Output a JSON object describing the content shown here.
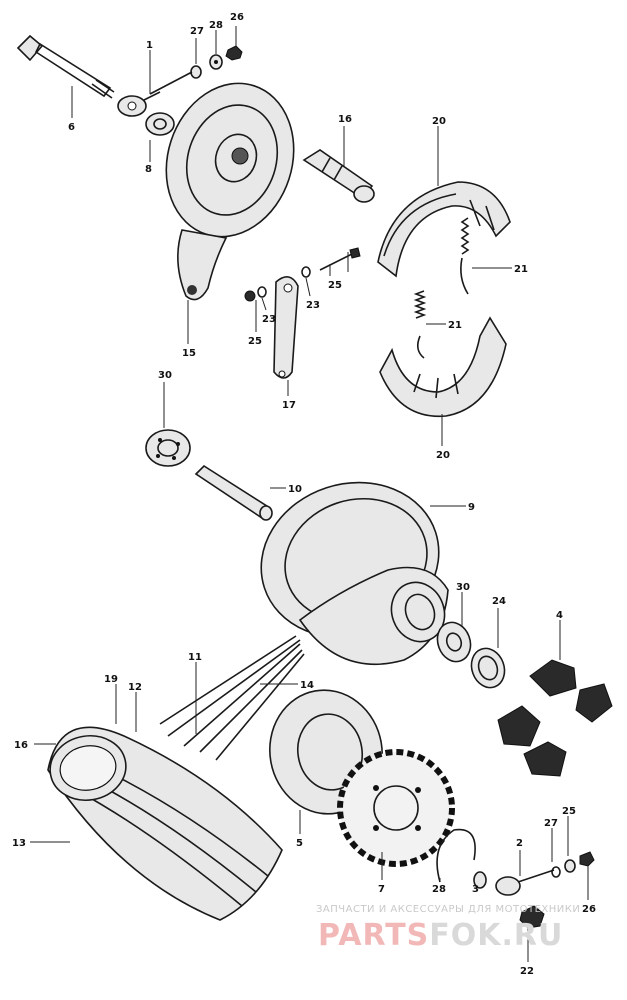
{
  "watermark": {
    "caption": "ЗАПЧАСТИ И АКСЕССУАРЫ ДЛЯ МОТОТЕХНИКИ",
    "logo_part1": "PARTS",
    "logo_part2": "FOK.RU"
  },
  "part_labels": {
    "l1": "1",
    "l2": "2",
    "l4": "4",
    "l5": "5",
    "l6": "6",
    "l8": "8",
    "l9": "9",
    "l10": "10",
    "l11": "11",
    "l12": "12",
    "l13": "13",
    "l14": "14",
    "l15": "15",
    "l16a": "16",
    "l16b": "16",
    "l17": "17",
    "l19": "19",
    "l20a": "20",
    "l20b": "20",
    "l21a": "21",
    "l21b": "21",
    "l22": "22",
    "l23a": "23",
    "l23b": "23",
    "l24": "24",
    "l25a": "25",
    "l25b": "25",
    "l25c": "25",
    "l26a": "26",
    "l26b": "26",
    "l27a": "27",
    "l27b": "27",
    "l28a": "28",
    "l28b": "28",
    "l30a": "30",
    "l30b": "30",
    "l7": "7",
    "l3": "3"
  }
}
